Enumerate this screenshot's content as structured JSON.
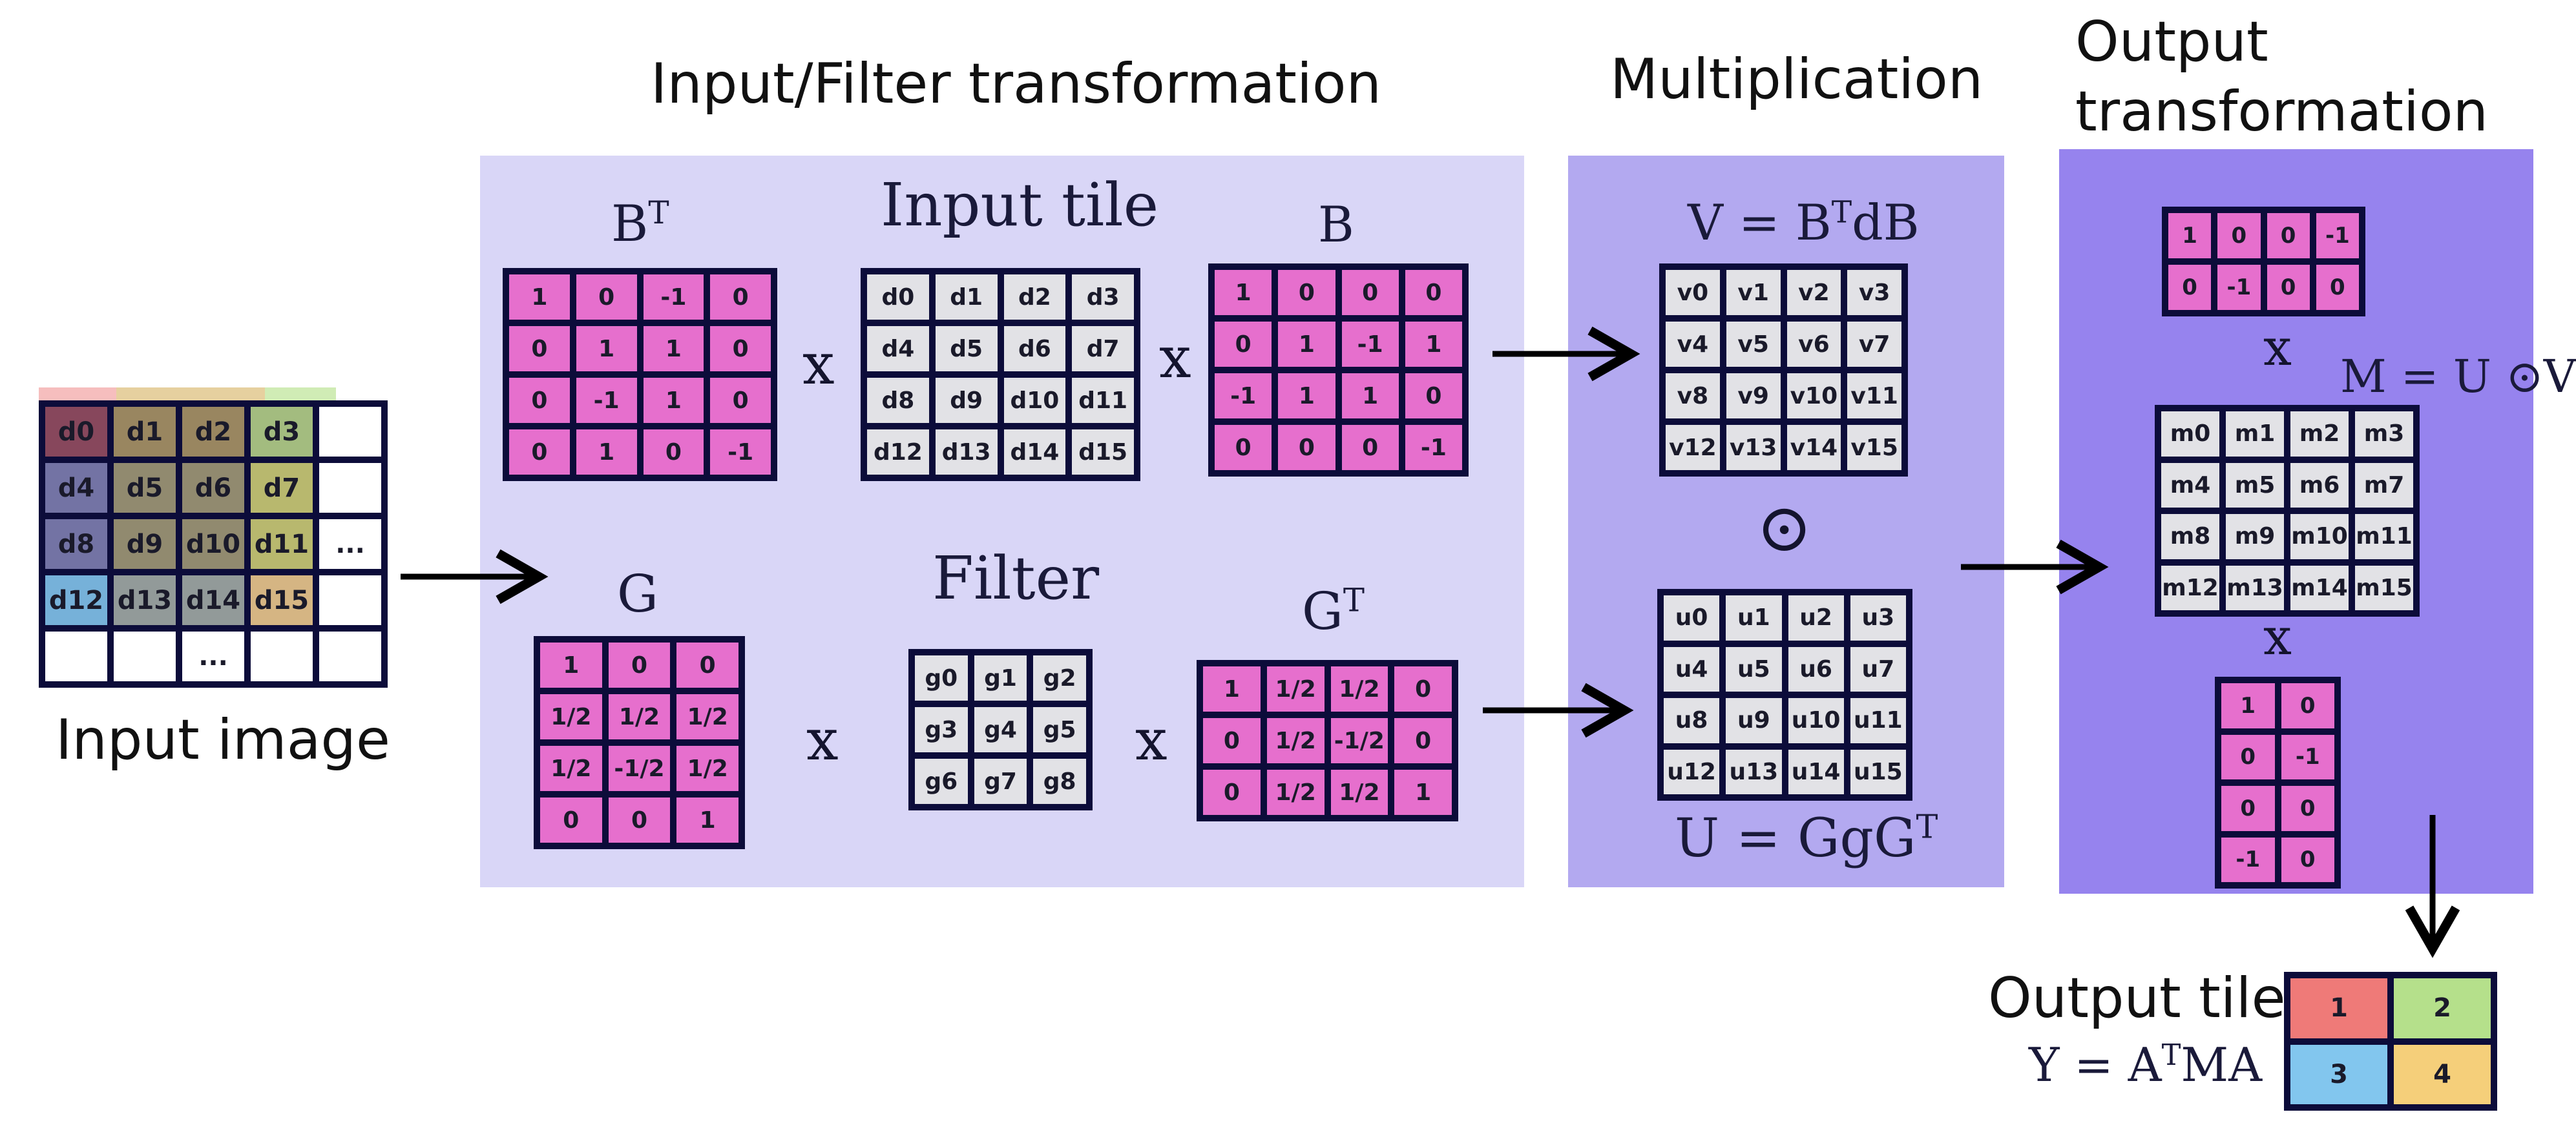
{
  "colors": {
    "panel_input_filter": "#d9d6f7",
    "panel_multiplication": "#b3a9f0",
    "panel_output": "#9683ee",
    "matrix_pink": "#e66fcd",
    "matrix_gray": "#e2e2e6",
    "border": "#0c0c3a",
    "out1": "#ef7a78",
    "out2": "#b5e08b",
    "out3": "#82c6ee",
    "out4": "#f5cf7a"
  },
  "headings": {
    "input_filter": "Input/Filter transformation",
    "multiplication": "Multiplication",
    "output_line1": "Output",
    "output_line2": "transformation"
  },
  "input_image": {
    "label": "Input image",
    "rows": [
      [
        "d0",
        "d1",
        "d2",
        "d3",
        ""
      ],
      [
        "d4",
        "d5",
        "d6",
        "d7",
        ""
      ],
      [
        "d8",
        "d9",
        "d10",
        "d11",
        "..."
      ],
      [
        "d12",
        "d13",
        "d14",
        "d15",
        ""
      ],
      [
        "",
        "",
        "...",
        "",
        ""
      ]
    ]
  },
  "bt": {
    "label_base": "B",
    "label_sup": "T",
    "rows": [
      [
        "1",
        "0",
        "-1",
        "0"
      ],
      [
        "0",
        "1",
        "1",
        "0"
      ],
      [
        "0",
        "-1",
        "1",
        "0"
      ],
      [
        "0",
        "1",
        "0",
        "-1"
      ]
    ]
  },
  "input_tile": {
    "label": "Input tile",
    "rows": [
      [
        "d0",
        "d1",
        "d2",
        "d3"
      ],
      [
        "d4",
        "d5",
        "d6",
        "d7"
      ],
      [
        "d8",
        "d9",
        "d10",
        "d11"
      ],
      [
        "d12",
        "d13",
        "d14",
        "d15"
      ]
    ]
  },
  "b": {
    "label": "B",
    "rows": [
      [
        "1",
        "0",
        "0",
        "0"
      ],
      [
        "0",
        "1",
        "-1",
        "1"
      ],
      [
        "-1",
        "1",
        "1",
        "0"
      ],
      [
        "0",
        "0",
        "0",
        "-1"
      ]
    ]
  },
  "g": {
    "label": "G",
    "rows": [
      [
        "1",
        "0",
        "0"
      ],
      [
        "1/2",
        "1/2",
        "1/2"
      ],
      [
        "1/2",
        "-1/2",
        "1/2"
      ],
      [
        "0",
        "0",
        "1"
      ]
    ]
  },
  "filter": {
    "label": "Filter",
    "rows": [
      [
        "g0",
        "g1",
        "g2"
      ],
      [
        "g3",
        "g4",
        "g5"
      ],
      [
        "g6",
        "g7",
        "g8"
      ]
    ]
  },
  "gt": {
    "label_base": "G",
    "label_sup": "T",
    "rows": [
      [
        "1",
        "1/2",
        "1/2",
        "0"
      ],
      [
        "0",
        "1/2",
        "-1/2",
        "0"
      ],
      [
        "0",
        "1/2",
        "1/2",
        "1"
      ]
    ]
  },
  "v": {
    "label_pre": "V = B",
    "label_sup": "T",
    "label_post": "dB",
    "rows": [
      [
        "v0",
        "v1",
        "v2",
        "v3"
      ],
      [
        "v4",
        "v5",
        "v6",
        "v7"
      ],
      [
        "v8",
        "v9",
        "v10",
        "v11"
      ],
      [
        "v12",
        "v13",
        "v14",
        "v15"
      ]
    ]
  },
  "hadamard_symbol": "⊙",
  "u": {
    "label_pre": "U = Gg",
    "label_base": "G",
    "label_sup": "T",
    "rows": [
      [
        "u0",
        "u1",
        "u2",
        "u3"
      ],
      [
        "u4",
        "u5",
        "u6",
        "u7"
      ],
      [
        "u8",
        "u9",
        "u10",
        "u11"
      ],
      [
        "u12",
        "u13",
        "u14",
        "u15"
      ]
    ]
  },
  "at": {
    "rows": [
      [
        "1",
        "0",
        "0",
        "-1"
      ],
      [
        "0",
        "-1",
        "0",
        "0"
      ]
    ]
  },
  "m": {
    "label": "M = U ⊙V",
    "rows": [
      [
        "m0",
        "m1",
        "m2",
        "m3"
      ],
      [
        "m4",
        "m5",
        "m6",
        "m7"
      ],
      [
        "m8",
        "m9",
        "m10",
        "m11"
      ],
      [
        "m12",
        "m13",
        "m14",
        "m15"
      ]
    ]
  },
  "a": {
    "rows": [
      [
        "1",
        "0"
      ],
      [
        "0",
        "-1"
      ],
      [
        "0",
        "0"
      ],
      [
        "-1",
        "0"
      ]
    ]
  },
  "times": "x",
  "output_tile": {
    "label": "Output tile",
    "eq_pre": "Y = A",
    "eq_sup": "T",
    "eq_post": "MA",
    "rows": [
      [
        "1",
        "2"
      ],
      [
        "3",
        "4"
      ]
    ]
  }
}
